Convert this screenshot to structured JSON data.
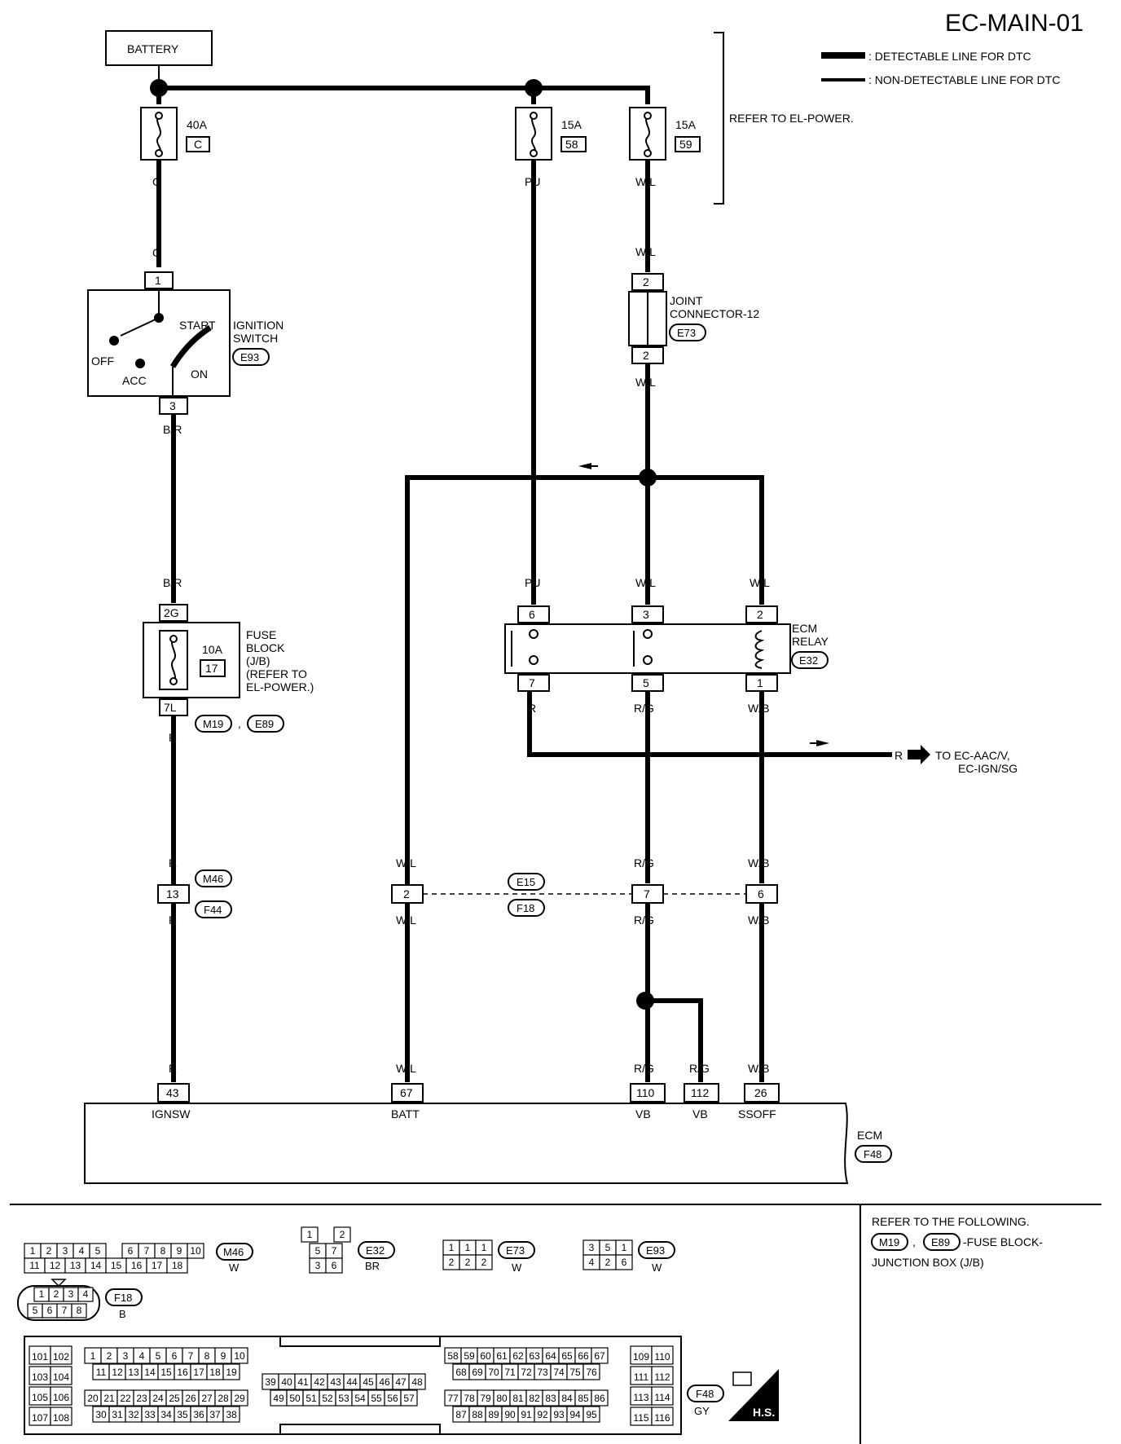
{
  "page": {
    "code": "EC-MAIN-01"
  },
  "legend": {
    "detectable": ": DETECTABLE LINE FOR DTC",
    "non_detectable": ": NON-DETECTABLE LINE FOR DTC"
  },
  "refer_el_power": "REFER TO EL-POWER.",
  "battery": "BATTERY",
  "fuses": {
    "f40": {
      "amp": "40A",
      "id": "C",
      "wire": "G"
    },
    "f58": {
      "amp": "15A",
      "id": "58",
      "wire": "PU"
    },
    "f59": {
      "amp": "15A",
      "id": "59",
      "wire": "W/L"
    }
  },
  "ignition": {
    "title1": "IGNITION",
    "title2": "SWITCH",
    "conn": "E93",
    "start": "START",
    "off": "OFF",
    "acc": "ACC",
    "on": "ON",
    "pin_top": "1",
    "pin_bottom": "3",
    "wire_in": "G",
    "wire_out": "B/R"
  },
  "joint": {
    "title1": "JOINT",
    "title2": "CONNECTOR-12",
    "conn": "E73",
    "pin_top": "2",
    "pin_bottom": "2",
    "wire_in": "W/L",
    "wire_out": "W/L"
  },
  "fuse_block": {
    "l1": "FUSE",
    "l2": "BLOCK",
    "l3": "(J/B)",
    "l4": "(REFER TO",
    "l5": "EL-POWER.)",
    "amp": "10A",
    "id": "17",
    "pin_top": "2G",
    "pin_bottom": "7L",
    "conn1": "M19",
    "conn2": "E89",
    "comma": ",",
    "wire_in": "B/R",
    "wire_out": "R"
  },
  "relay": {
    "title1": "ECM",
    "title2": "RELAY",
    "conn": "E32",
    "pins_top": [
      "6",
      "3",
      "2"
    ],
    "pins_bottom": [
      "7",
      "5",
      "1"
    ],
    "wires_top": [
      "PU",
      "W/L",
      "W/L"
    ],
    "wires_bottom": [
      "R",
      "R/G",
      "W/B"
    ]
  },
  "to_ec": {
    "wire": "R",
    "line1": "TO EC-AAC/V,",
    "line2": "EC-IGN/SG"
  },
  "mid_connectors": {
    "c13": {
      "pin": "13",
      "conn1": "M46",
      "conn2": "F44",
      "wire_top": "R",
      "wire_bottom": "R"
    },
    "c2": {
      "pin": "2",
      "wire_top": "W/L",
      "wire_bottom": "W/L"
    },
    "c7": {
      "pin": "7",
      "wire_top": "R/G",
      "wire_bottom": "R/G"
    },
    "c6": {
      "pin": "6",
      "wire_top": "W/B",
      "wire_bottom": "W/B"
    },
    "conn1": "E15",
    "conn2": "F18"
  },
  "ecm": {
    "title": "ECM",
    "conn": "F48",
    "pins": [
      {
        "num": "43",
        "name": "IGNSW",
        "wire": "R"
      },
      {
        "num": "67",
        "name": "BATT",
        "wire": "W/L"
      },
      {
        "num": "110",
        "name": "VB",
        "wire": "R/G"
      },
      {
        "num": "112",
        "name": "VB",
        "wire": "R/G"
      },
      {
        "num": "26",
        "name": "SSOFF",
        "wire": "W/B"
      }
    ]
  },
  "connector_views": {
    "m46": {
      "row1": [
        "1",
        "2",
        "3",
        "4",
        "5",
        "6",
        "7",
        "8",
        "9",
        "10"
      ],
      "row2": [
        "11",
        "12",
        "13",
        "14",
        "15",
        "16",
        "17",
        "18"
      ],
      "id": "M46",
      "color": "W"
    },
    "e32": {
      "top": [
        "1",
        "2"
      ],
      "row1": [
        "5",
        "7"
      ],
      "row2": [
        "3",
        "6"
      ],
      "id": "E32",
      "color": "BR"
    },
    "e73": {
      "row1": [
        "1",
        "1",
        "1"
      ],
      "row2": [
        "2",
        "2",
        "2"
      ],
      "id": "E73",
      "color": "W"
    },
    "e93": {
      "row1": [
        "3",
        "5",
        "1"
      ],
      "row2": [
        "4",
        "2",
        "6"
      ],
      "id": "E93",
      "color": "W"
    },
    "f18": {
      "row1": [
        "1",
        "2",
        "3",
        "4"
      ],
      "row2": [
        "5",
        "6",
        "7",
        "8"
      ],
      "id": "F18",
      "color": "B"
    },
    "f48": {
      "id": "F48",
      "color": "GY",
      "hs": "H.S.",
      "left": [
        "101",
        "102",
        "103",
        "104",
        "105",
        "106",
        "107",
        "108"
      ],
      "a1": [
        "1",
        "2",
        "3",
        "4",
        "5",
        "6",
        "7",
        "8",
        "9",
        "10"
      ],
      "a2": [
        "11",
        "12",
        "13",
        "14",
        "15",
        "16",
        "17",
        "18",
        "19"
      ],
      "a3": [
        "20",
        "21",
        "22",
        "23",
        "24",
        "25",
        "26",
        "27",
        "28",
        "29"
      ],
      "a4": [
        "30",
        "31",
        "32",
        "33",
        "34",
        "35",
        "36",
        "37",
        "38"
      ],
      "b1": [
        "39",
        "40",
        "41",
        "42",
        "43",
        "44",
        "45",
        "46",
        "47",
        "48"
      ],
      "b2": [
        "49",
        "50",
        "51",
        "52",
        "53",
        "54",
        "55",
        "56",
        "57"
      ],
      "c1": [
        "58",
        "59",
        "60",
        "61",
        "62",
        "63",
        "64",
        "65",
        "66",
        "67"
      ],
      "c2": [
        "68",
        "69",
        "70",
        "71",
        "72",
        "73",
        "74",
        "75",
        "76"
      ],
      "c3": [
        "77",
        "78",
        "79",
        "80",
        "81",
        "82",
        "83",
        "84",
        "85",
        "86"
      ],
      "c4": [
        "87",
        "88",
        "89",
        "90",
        "91",
        "92",
        "93",
        "94",
        "95"
      ],
      "right": [
        "109",
        "110",
        "111",
        "112",
        "113",
        "114",
        "115",
        "116"
      ]
    }
  },
  "refer_note": {
    "l1": "REFER TO THE FOLLOWING.",
    "c1": "M19",
    "comma": ",",
    "c2": "E89",
    "l2": "-FUSE BLOCK-",
    "l3": "JUNCTION BOX (J/B)"
  }
}
